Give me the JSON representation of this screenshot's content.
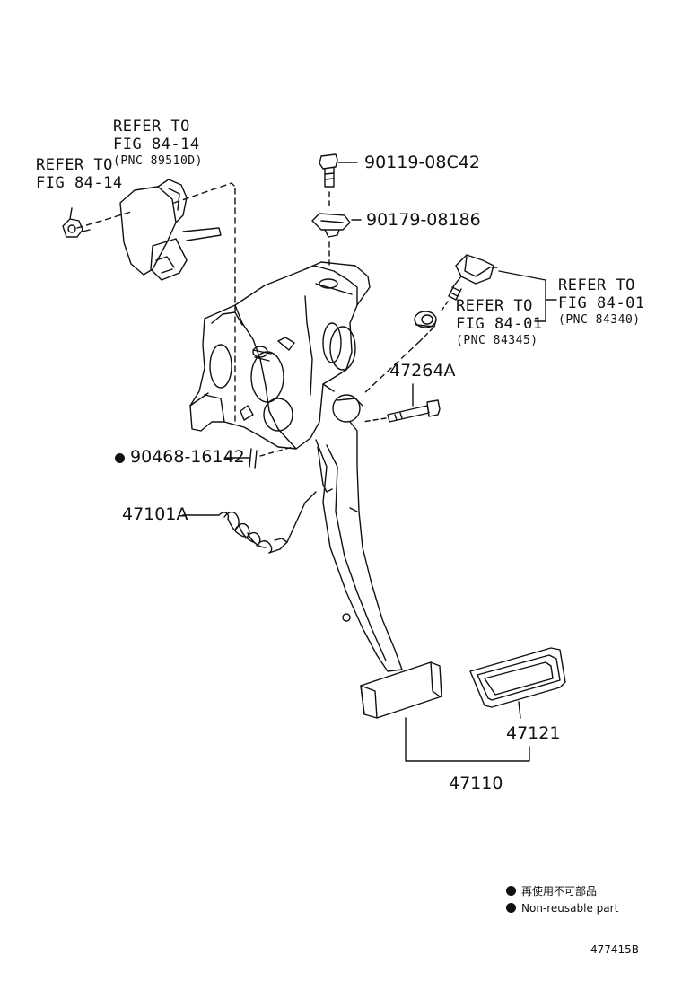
{
  "refs": {
    "sensor_left": {
      "line1": "REFER TO",
      "line2": "FIG 84-14"
    },
    "sensor_top": {
      "line1": "REFER TO",
      "line2": "FIG 84-14",
      "pnc": "(PNC 89510D)"
    },
    "switch_upper": {
      "line1": "REFER TO",
      "line2": "FIG 84-01",
      "pnc": "(PNC 84340)"
    },
    "switch_lower": {
      "line1": "REFER TO",
      "line2": "FIG 84-01",
      "pnc": "(PNC 84345)"
    }
  },
  "parts": {
    "bolt": "90119-08C42",
    "clip": "90179-08186",
    "pin": "47264A",
    "nut": "90468-16142",
    "spring": "47101A",
    "pad": "47121",
    "pedal": "47110"
  },
  "legend": {
    "jp": "再使用不可部品",
    "en": "Non-reusable part"
  },
  "figure_id": "477415B"
}
